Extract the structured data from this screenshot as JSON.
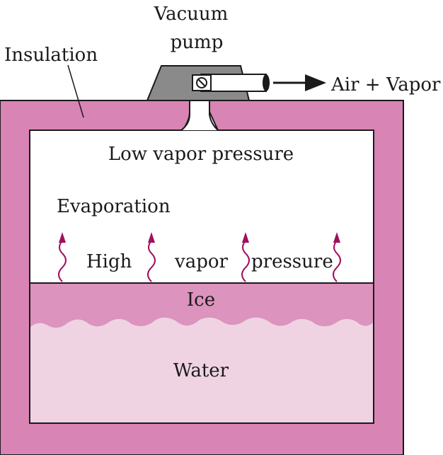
{
  "labels": {
    "vacuum_pump_line1": "Vacuum",
    "vacuum_pump_line2": "pump",
    "insulation": "Insulation",
    "air_vapor": "Air + Vapor",
    "low_vapor_pressure": "Low vapor pressure",
    "evaporation": "Evaporation",
    "high": "High",
    "vapor": "vapor",
    "pressure": "pressure",
    "ice": "Ice",
    "water": "Water"
  },
  "colors": {
    "insulation": "#d884b4",
    "insulation_outline": "#1a1a1a",
    "chamber_background": "#ffffff",
    "ice": "#dc93bd",
    "water": "#efd3e3",
    "pump_body": "#8a8a8a",
    "pipe": "#ffffff",
    "evaporation_arrows": "#a0105e",
    "text": "#1a1a1a"
  },
  "icons": {
    "pump": "vacuum-pump-icon",
    "valve": "valve-icon",
    "outlet_arrow": "arrow-right-icon",
    "vapor_arrow": "wavy-arrow-up-icon"
  }
}
